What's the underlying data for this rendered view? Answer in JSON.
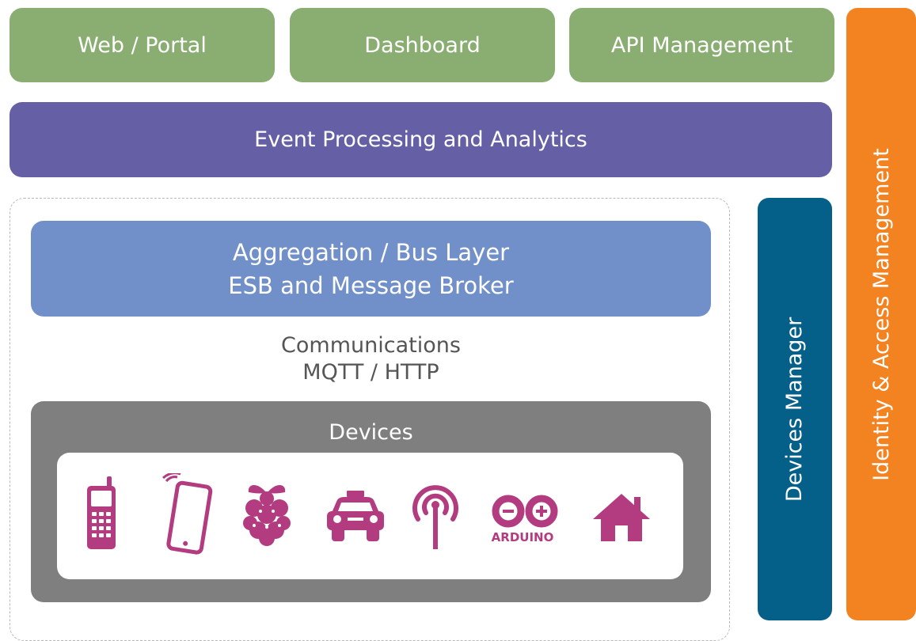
{
  "top_row": {
    "web_portal": "Web / Portal",
    "dashboard": "Dashboard",
    "api_management": "API Management"
  },
  "event_processing": "Event Processing and Analytics",
  "aggregation": {
    "line1": "Aggregation / Bus Layer",
    "line2": "ESB and Message Broker"
  },
  "communications": {
    "line1": "Communications",
    "line2": "MQTT / HTTP"
  },
  "devices": {
    "title": "Devices",
    "icons": [
      "mobile-phone-icon",
      "tablet-icon",
      "raspberry-pi-icon",
      "car-icon",
      "antenna-icon",
      "arduino-icon",
      "home-icon"
    ],
    "arduino_label": "ARDUINO"
  },
  "devices_manager": "Devices Manager",
  "identity_access": "Identity & Access Management",
  "colors": {
    "green": "#8aad72",
    "purple": "#6560a6",
    "blue": "#7190c9",
    "gray": "#7e7f7e",
    "navy": "#045f89",
    "orange": "#f38221",
    "icon_magenta": "#b33b80"
  }
}
